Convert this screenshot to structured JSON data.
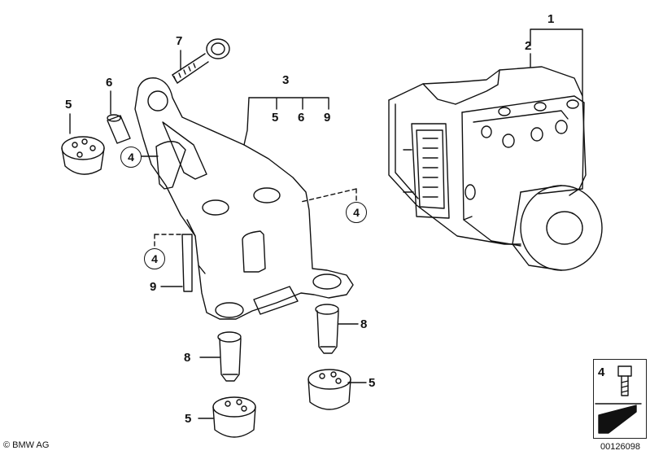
{
  "callouts": {
    "n1": "1",
    "n2": "2",
    "n3": "3",
    "n3_5": "5",
    "n3_6": "6",
    "n3_9": "9",
    "n4_a": "4",
    "n4_b": "4",
    "n4_c": "4",
    "n5_a": "5",
    "n5_b": "5",
    "n5_c": "5",
    "n6": "6",
    "n7": "7",
    "n8_a": "8",
    "n8_b": "8",
    "n9": "9"
  },
  "legend": {
    "item": "4"
  },
  "footer": {
    "copyright": "© BMW AG",
    "image_number": "00126098"
  }
}
